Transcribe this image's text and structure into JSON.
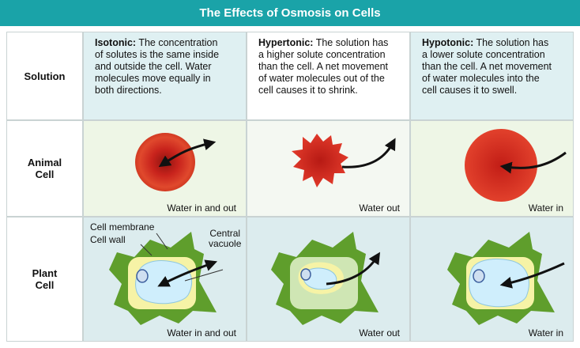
{
  "title": "The Effects of Osmosis on Cells",
  "rows": {
    "solution": "Solution",
    "animal": [
      "Animal",
      "Cell"
    ],
    "plant": [
      "Plant",
      "Cell"
    ]
  },
  "columns": [
    {
      "name": "Isotonic:",
      "lines": [
        "The concentration",
        "of solutes is the same inside",
        "and outside the cell. Water",
        "molecules move equally in",
        "both directions."
      ],
      "animal_caption": "Water in and out",
      "plant_caption": "Water in and out"
    },
    {
      "name": "Hypertonic:",
      "lines": [
        "The solution has",
        "a higher solute concentration",
        "than the cell. A net movement",
        "of water molecules out of the",
        "cell causes it to shrink."
      ],
      "animal_caption": "Water out",
      "plant_caption": "Water out"
    },
    {
      "name": "Hypotonic:",
      "lines": [
        "The solution has",
        "a lower solute concentration",
        "than the cell. A net movement",
        "of water molecules into the",
        "cell causes it to swell."
      ],
      "animal_caption": "Water in",
      "plant_caption": "Water in"
    }
  ],
  "plant_labels": {
    "membrane": "Cell membrane",
    "wall": "Cell wall",
    "vacuole": [
      "Central",
      "vacuole"
    ]
  },
  "colors": {
    "header": "#1aa3a8",
    "blood": "#c8231c",
    "plant_cell": "#5f9e2c",
    "vacuole": "#cfeefc"
  }
}
